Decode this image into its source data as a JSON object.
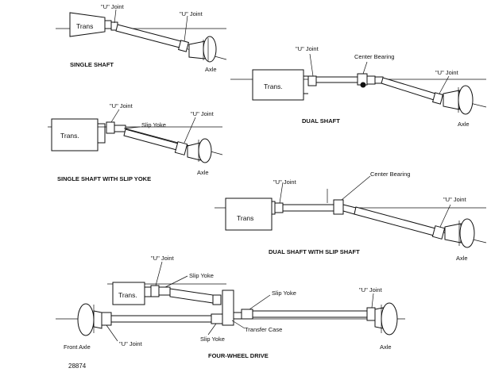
{
  "diagrams": {
    "single_shaft": {
      "caption": "SINGLE SHAFT",
      "trans": "Trans",
      "u_joint_1": "\"U\" Joint",
      "u_joint_2": "\"U\" Joint",
      "axle": "Axle"
    },
    "dual_shaft": {
      "caption": "DUAL SHAFT",
      "trans": "Trans.",
      "u_joint_1": "\"U\" Joint",
      "center_bearing": "Center Bearing",
      "u_joint_2": "\"U\" Joint",
      "axle": "Axle"
    },
    "single_shaft_slip_yoke": {
      "caption": "SINGLE SHAFT WITH SLIP YOKE",
      "trans": "Trans.",
      "u_joint_1": "\"U\" Joint",
      "slip_yoke": "Slip Yoke",
      "u_joint_2": "\"U\" Joint",
      "axle": "Axle"
    },
    "dual_shaft_slip_shaft": {
      "caption": "DUAL SHAFT WITH SLIP SHAFT",
      "trans": "Trans",
      "u_joint_1": "\"U\" Joint",
      "center_bearing": "Center Bearing",
      "u_joint_2": "\"U\" Joint",
      "axle": "Axle"
    },
    "four_wheel_drive": {
      "caption": "FOUR-WHEEL DRIVE",
      "trans": "Trans.",
      "u_joint_top": "\"U\" Joint",
      "slip_yoke_top": "Slip Yoke",
      "slip_yoke_mid": "Slip Yoke",
      "u_joint_right": "\"U\" Joint",
      "front_axle": "Front Axle",
      "u_joint_bottom": "\"U\" Joint",
      "slip_yoke_bottom": "Slip Yoke",
      "transfer_case": "Transfer Case",
      "axle": "Axle"
    }
  },
  "figure_number": "28874"
}
